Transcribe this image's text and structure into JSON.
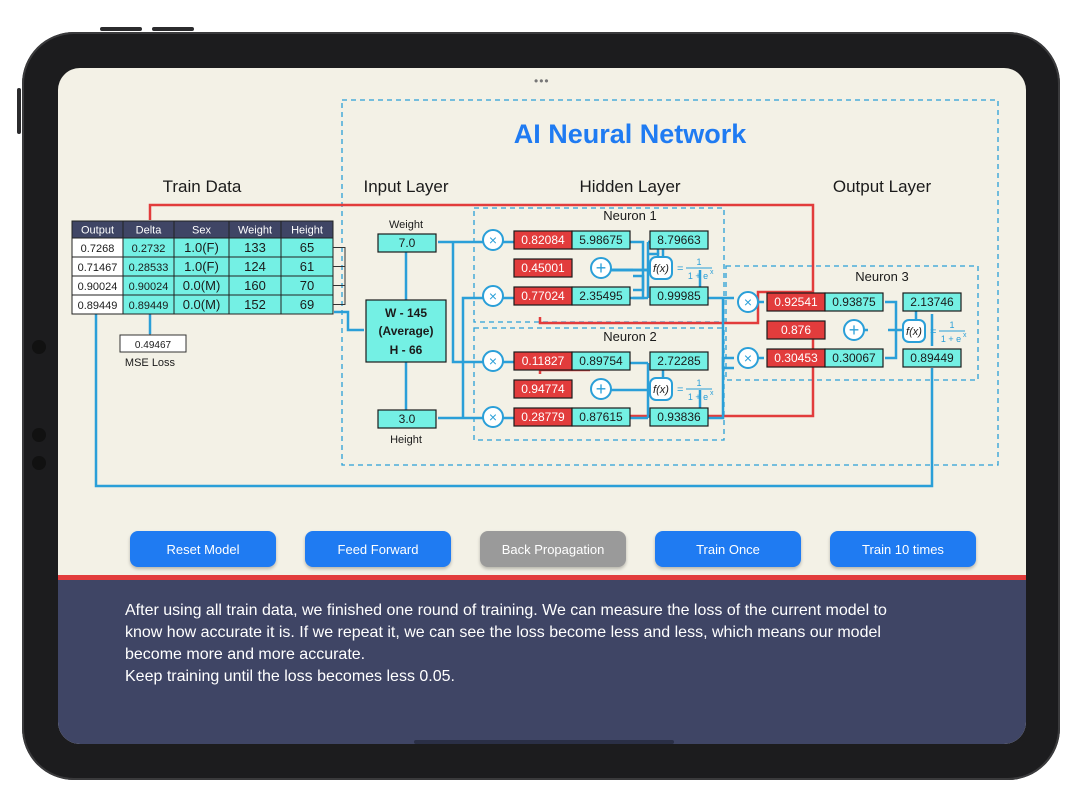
{
  "title": "AI Neural Network",
  "sections": {
    "train_data": "Train Data",
    "input_layer": "Input Layer",
    "hidden_layer": "Hidden Layer",
    "output_layer": "Output Layer"
  },
  "train_table": {
    "headers": [
      "Output",
      "Delta",
      "Sex",
      "Weight",
      "Height"
    ],
    "rows": [
      [
        "0.7268",
        "0.2732",
        "1.0(F)",
        "133",
        "65"
      ],
      [
        "0.71467",
        "0.28533",
        "1.0(F)",
        "124",
        "61"
      ],
      [
        "0.90024",
        "0.90024",
        "0.0(M)",
        "160",
        "70"
      ],
      [
        "0.89449",
        "0.89449",
        "0.0(M)",
        "152",
        "69"
      ]
    ]
  },
  "mse": {
    "value": "0.49467",
    "label": "MSE Loss"
  },
  "input": {
    "weight_label": "Weight",
    "weight_value": "7.0",
    "avg_line1": "W - 145",
    "avg_line2": "(Average)",
    "avg_line3": "H - 66",
    "height_value": "3.0",
    "height_label": "Height"
  },
  "neuron1": {
    "label": "Neuron 1",
    "w1": "0.82084",
    "p1": "5.98675",
    "sum": "8.79663",
    "bias": "0.45001",
    "w2": "0.77024",
    "p2": "2.35495",
    "out": "0.99985"
  },
  "neuron2": {
    "label": "Neuron 2",
    "w1": "0.11827",
    "p1": "0.89754",
    "sum": "2.72285",
    "bias": "0.94774",
    "w2": "0.28779",
    "p2": "0.87615",
    "out": "0.93836"
  },
  "neuron3": {
    "label": "Neuron 3",
    "w1": "0.92541",
    "p1": "0.93875",
    "sum": "2.13746",
    "bias": "0.876",
    "w2": "0.30453",
    "p2": "0.30067",
    "out": "0.89449"
  },
  "formula": {
    "f": "f(x)",
    "eq": "=",
    "num": "1",
    "den": "1 + e"
  },
  "buttons": {
    "reset": "Reset Model",
    "feed": "Feed Forward",
    "back": "Back Propagation",
    "once": "Train Once",
    "ten": "Train 10 times"
  },
  "description": {
    "line1": "After using all train data, we finished one round of training. We can measure the loss of the current model to",
    "line2": "know how accurate it is. If we repeat it, we can see the loss become less and less, which means our model",
    "line3": "become more and more accurate.",
    "line4": "Keep training until the loss becomes less 0.05."
  },
  "colors": {
    "accent_blue": "#1f7bf2",
    "cyan_box": "#74f0e4",
    "red_box": "#e23c3c",
    "bottom_panel": "#3f4565",
    "screen_bg": "#f3f1e6"
  }
}
